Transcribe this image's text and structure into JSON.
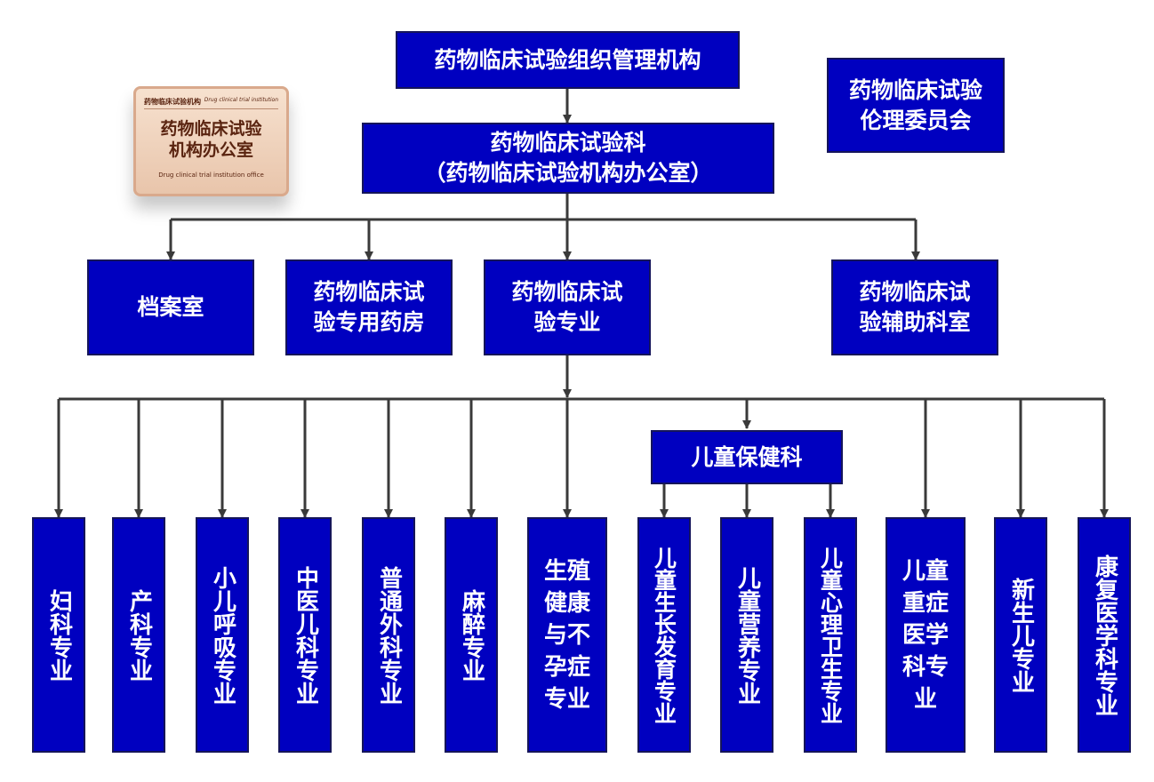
{
  "top": {
    "org": "药物临床试验组织管理机构",
    "ethics": "药物临床试验\n伦理委员会",
    "dept_line1": "药物临床试验科",
    "dept_line2": "（药物临床试验机构办公室）"
  },
  "sign": {
    "top_left": "药物临床试验机构",
    "top_right": "Drug clinical trial institution",
    "main": "药物临床试验\n机构办公室",
    "english": "Drug clinical trial institution office"
  },
  "level2": {
    "archive": "档案室",
    "pharmacy": "药物临床试\n验专用药房",
    "specialty": "药物临床试\n验专业",
    "auxiliary": "药物临床试\n验辅助科室"
  },
  "child_health": "儿童保健科",
  "specialties": [
    "妇科专业",
    "产科专业",
    "小儿呼吸专业",
    "中医儿科专业",
    "普通外科专业",
    "麻醉专业",
    "生殖\n健康\n与不\n孕症\n专业",
    "儿童生长发育专业",
    "儿童营养专业",
    "儿童心理卫生专业",
    "儿童\n重症\n医学\n科专\n业",
    "新生儿专业",
    "康复医学科专业"
  ],
  "colors": {
    "box": "#0000c0",
    "border": "#15155a",
    "line": "#3a3a3a"
  }
}
